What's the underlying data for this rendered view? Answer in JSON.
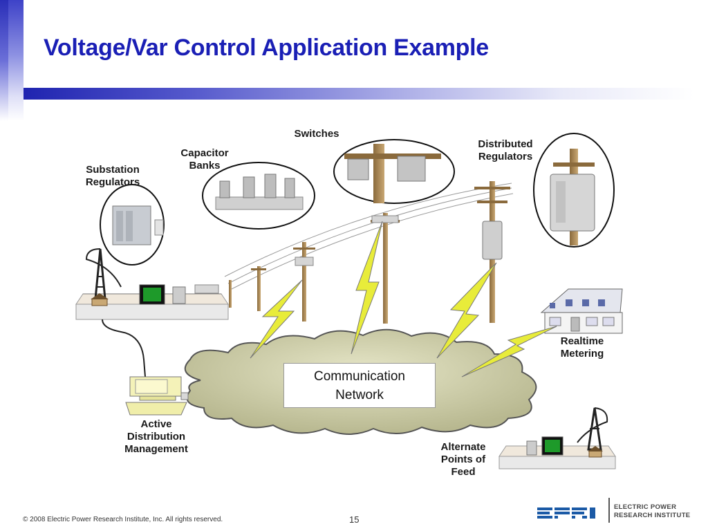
{
  "slide": {
    "title": "Voltage/Var Control Application Example",
    "footer": "© 2008 Electric Power Research Institute, Inc. All rights reserved.",
    "page_number": "15"
  },
  "labels": {
    "substation_regulators": "Substation\nRegulators",
    "capacitor_banks": "Capacitor\nBanks",
    "switches": "Switches",
    "distributed_regulators": "Distributed\nRegulators",
    "realtime_metering": "Realtime\nMetering",
    "communication_network": "Communication\nNetwork",
    "active_distribution_management": "Active\nDistribution\nManagement",
    "alternate_points_of_feed": "Alternate\nPoints of\nFeed"
  },
  "logo": {
    "mark": "EPRI",
    "text": "ELECTRIC POWER\nRESEARCH INSTITUTE"
  },
  "colors": {
    "title": "#1a1fb5",
    "cloud": "#c9c9a4",
    "lightning": "#e8ec3a",
    "logo_blue": "#1b5aa6"
  }
}
